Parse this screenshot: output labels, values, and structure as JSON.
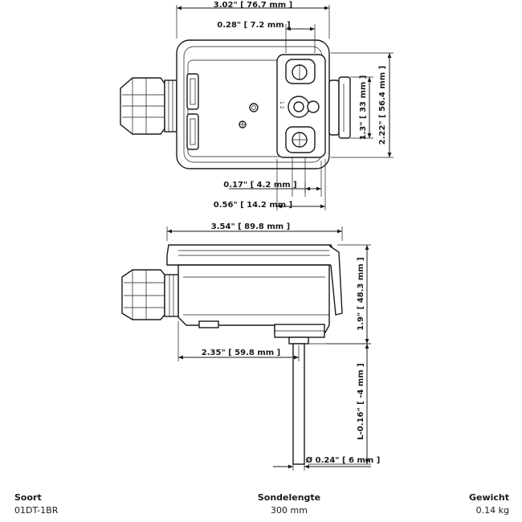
{
  "top_view": {
    "width": "3.02\" [ 76.7 mm ]",
    "dim_72": "0.28\" [ 7.2 mm ]",
    "dim_33": "1.3\" [ 33 mm ]",
    "dim_564": "2.22\" [ 56.4 mm ]",
    "dim_42": "0.17\" [ 4.2 mm ]",
    "dim_142": "0.56\" [ 14.2 mm ]"
  },
  "side_view": {
    "width": "3.54\" [ 89.8 mm ]",
    "height": "1.9\" [ 48.3 mm ]",
    "offset": "2.35\" [ 59.8 mm ]",
    "probe_length": "L-0.16\" [ -4 mm ]",
    "diameter": "Ø 0.24\" [ 6 mm ]"
  },
  "specs": {
    "type_header": "Soort",
    "type_value": "01DT-1BR",
    "probe_header": "Sondelengte",
    "probe_value": "300 mm",
    "weight_header": "Gewicht",
    "weight_value": "0.14 kg"
  }
}
